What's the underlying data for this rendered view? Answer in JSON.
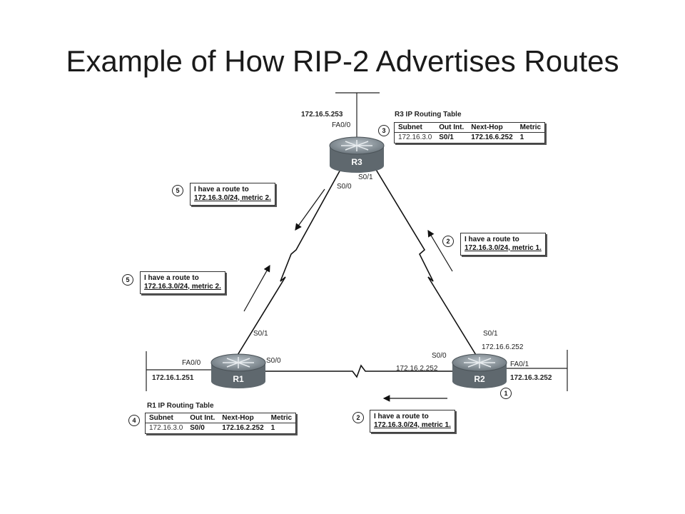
{
  "title": "Example of How RIP-2 Advertises Routes",
  "routers": {
    "r3": {
      "name": "R3",
      "lan_ip": "172.16.5.253",
      "lan_if": "FA0/0",
      "s0_0": "S0/0",
      "s0_1": "S0/1"
    },
    "r1": {
      "name": "R1",
      "lan_if": "FA0/0",
      "lan_ip": "172.16.1.251",
      "s0_1": "S0/1",
      "s0_0": "S0/0"
    },
    "r2": {
      "name": "R2",
      "s0_1": "S0/1",
      "s0_1_ip": "172.16.6.252",
      "s0_0": "S0/0",
      "s0_0_ip": "172.16.2.252",
      "lan_if": "FA0/1",
      "lan_ip": "172.16.3.252"
    }
  },
  "tables": {
    "r3": {
      "title": "R3 IP Routing Table",
      "step": "3",
      "headers": [
        "Subnet",
        "Out Int.",
        "Next-Hop",
        "Metric"
      ],
      "row": [
        "172.16.3.0",
        "S0/1",
        "172.16.6.252",
        "1"
      ]
    },
    "r1": {
      "title": "R1 IP Routing Table",
      "step": "4",
      "headers": [
        "Subnet",
        "Out Int.",
        "Next-Hop",
        "Metric"
      ],
      "row": [
        "172.16.3.0",
        "S0/0",
        "172.16.2.252",
        "1"
      ]
    }
  },
  "callouts": {
    "c5a": {
      "step": "5",
      "line1": "I have a route to",
      "line2": "172.16.3.0/24, metric 2."
    },
    "c2a": {
      "step": "2",
      "line1": "I have a route to",
      "line2": "172.16.3.0/24, metric 1."
    },
    "c5b": {
      "step": "5",
      "line1": "I have a route to",
      "line2": "172.16.3.0/24, metric 2."
    },
    "c2b": {
      "step": "2",
      "line1": "I have a route to",
      "line2": "172.16.3.0/24, metric 1."
    }
  },
  "step1": "1"
}
